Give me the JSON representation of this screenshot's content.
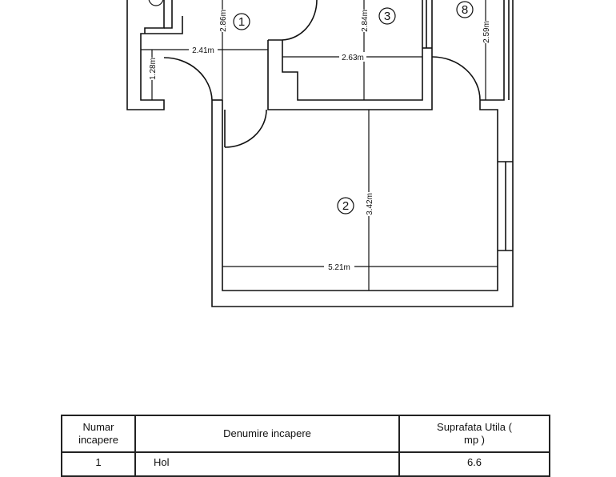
{
  "plan": {
    "rooms": [
      "1",
      "2",
      "3",
      "8"
    ],
    "dimensions": {
      "hall_width": "2.41m",
      "hall_small": "1.28m",
      "hall_height": "2.86m",
      "room3_height": "2.84m",
      "room3_width": "2.63m",
      "room8_height": "2.59m",
      "room2_height": "3.42m",
      "room2_width": "5.21m"
    }
  },
  "table": {
    "headers": [
      "Numar incapere",
      "Denumire  incapere",
      "Suprafata Utila ( mp )"
    ],
    "rows": [
      {
        "number": "1",
        "name": "Hol",
        "area": "6.6"
      }
    ]
  }
}
